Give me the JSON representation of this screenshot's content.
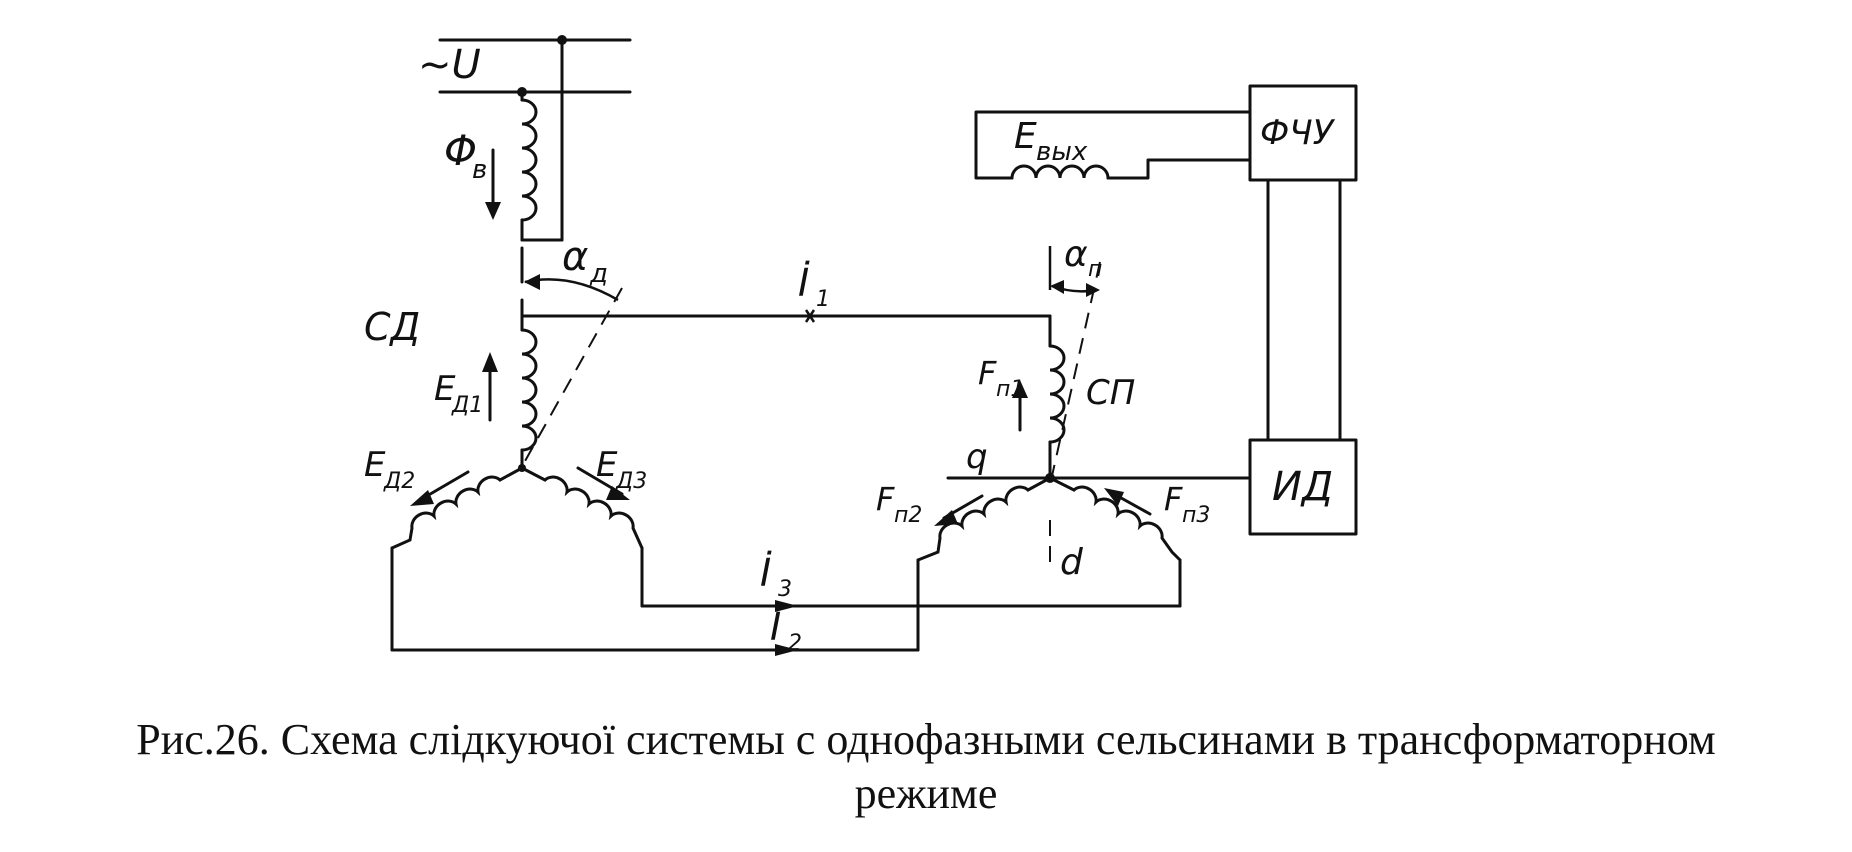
{
  "labels": {
    "supply": "~U",
    "flux": "Φ",
    "flux_sub": "в",
    "alpha_d": "α",
    "alpha_d_sub": "д",
    "alpha_p": "α",
    "alpha_p_sub": "п",
    "i1": "İ",
    "i1_sub": "1",
    "i2": "İ",
    "i2_sub": "2",
    "i3": "İ",
    "i3_sub": "3",
    "sd": "СД",
    "sp": "СП",
    "ed1": "E",
    "ed1_sub": "Д1",
    "ed2": "E",
    "ed2_sub": "Д2",
    "ed3": "E",
    "ed3_sub": "Д3",
    "fp1": "F",
    "fp1_sub": "п1",
    "fp2": "F",
    "fp2_sub": "п2",
    "fp3": "F",
    "fp3_sub": "п3",
    "q_axis": "q",
    "d_axis": "d",
    "e_out": "E",
    "e_out_sub": "вых",
    "block_fchu": "ФЧУ",
    "block_id": "ИД"
  },
  "caption": {
    "line1": "Рис.26. Схема слідкуючої системы с однофазными сельсинами в трансформаторном",
    "line2": "режиме"
  }
}
